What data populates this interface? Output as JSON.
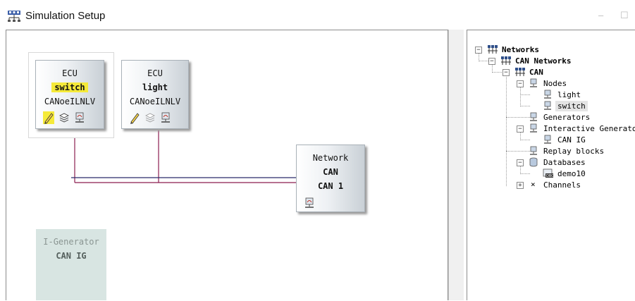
{
  "window": {
    "title": "Simulation Setup",
    "minimize": "–",
    "maximize": "☐"
  },
  "canvas": {
    "ecu_blocks": [
      {
        "type": "ECU",
        "name": "switch",
        "dll": "CANoeILNLV",
        "highlighted": true
      },
      {
        "type": "ECU",
        "name": "light",
        "dll": "CANoeILNLV",
        "highlighted": false
      }
    ],
    "network_block": {
      "type": "Network",
      "bus": "CAN",
      "name": "CAN 1"
    },
    "igen_block": {
      "type": "I-Generator",
      "name": "CAN IG"
    },
    "colors": {
      "bus_line": "#8c1d4f",
      "highlight": "#f5ea3a",
      "igen_bg": "#d8e5e2"
    }
  },
  "tree": {
    "root": "Networks",
    "can_networks": "CAN Networks",
    "can": "CAN",
    "nodes": "Nodes",
    "node_items": [
      "light",
      "switch"
    ],
    "generators": "Generators",
    "interactive_generators": "Interactive Generators",
    "ig_items": [
      "CAN IG"
    ],
    "replay_blocks": "Replay blocks",
    "databases": "Databases",
    "db_items": [
      "demo10"
    ],
    "channels": "Channels",
    "selected": "switch"
  }
}
